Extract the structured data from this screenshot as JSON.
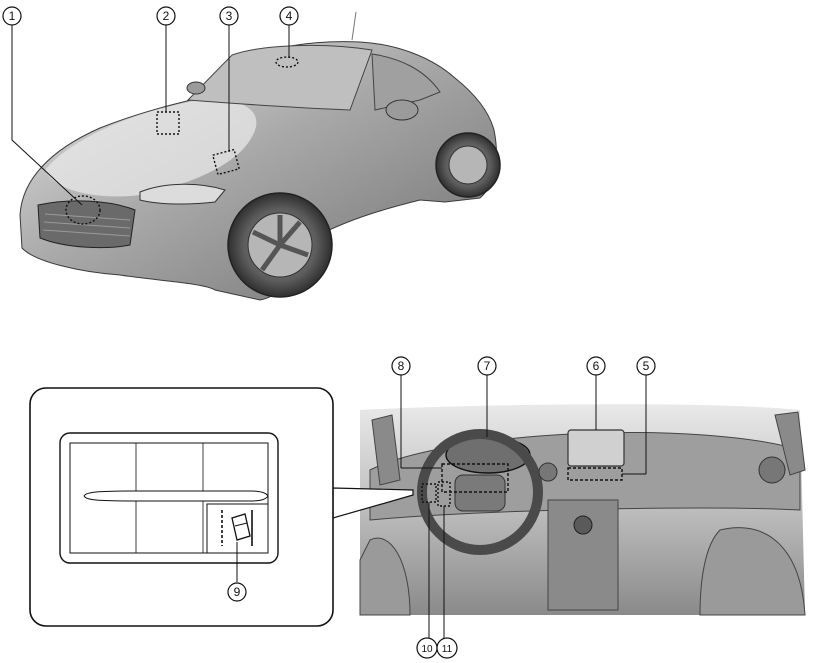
{
  "figure": {
    "callouts": {
      "c1": "1",
      "c2": "2",
      "c3": "3",
      "c4": "4",
      "c5": "5",
      "c6": "6",
      "c7": "7",
      "c8": "8",
      "c9": "9",
      "c10": "10",
      "c11": "11"
    }
  },
  "colors": {
    "car_body": "#9a9a9a",
    "car_highlight": "#dcdcdc",
    "interior": "#8f8f8f",
    "line": "#111111"
  }
}
